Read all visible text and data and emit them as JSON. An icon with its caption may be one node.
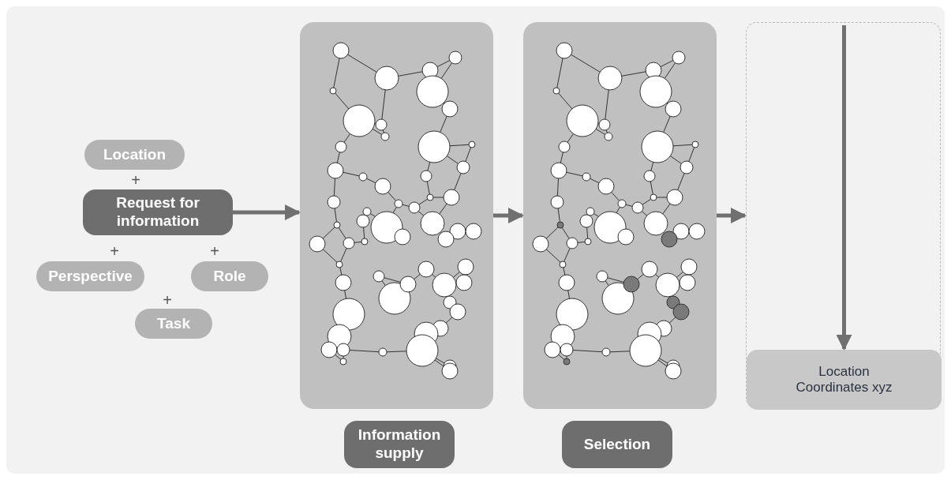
{
  "diagram": {
    "nodes": [
      {
        "text": [
          "Location"
        ]
      },
      {
        "text": [
          "Request for information"
        ]
      },
      {
        "text": [
          "Perspective"
        ]
      },
      {
        "text": [
          "Role"
        ]
      },
      {
        "text": [
          "Task"
        ]
      },
      {
        "text": [],
        "shape": "picture"
      },
      {
        "text": [
          "Information supply"
        ]
      },
      {
        "text": [],
        "shape": "picture"
      },
      {
        "text": [
          "Selection"
        ]
      },
      {
        "text": [],
        "shape": "box"
      },
      {
        "text": [
          "Location Coordinates xyz"
        ],
        "in": 9
      }
    ],
    "edges": [
      {
        "from": 1,
        "to": 5,
        "arrow": "to"
      },
      {
        "from": 5,
        "to": 7,
        "arrow": "to"
      },
      {
        "from": 7,
        "to": 9,
        "arrow": "to"
      },
      {
        "from": null,
        "to": 10,
        "arrow": "to"
      }
    ],
    "labels": [
      "+",
      "+",
      "+",
      "+"
    ]
  }
}
